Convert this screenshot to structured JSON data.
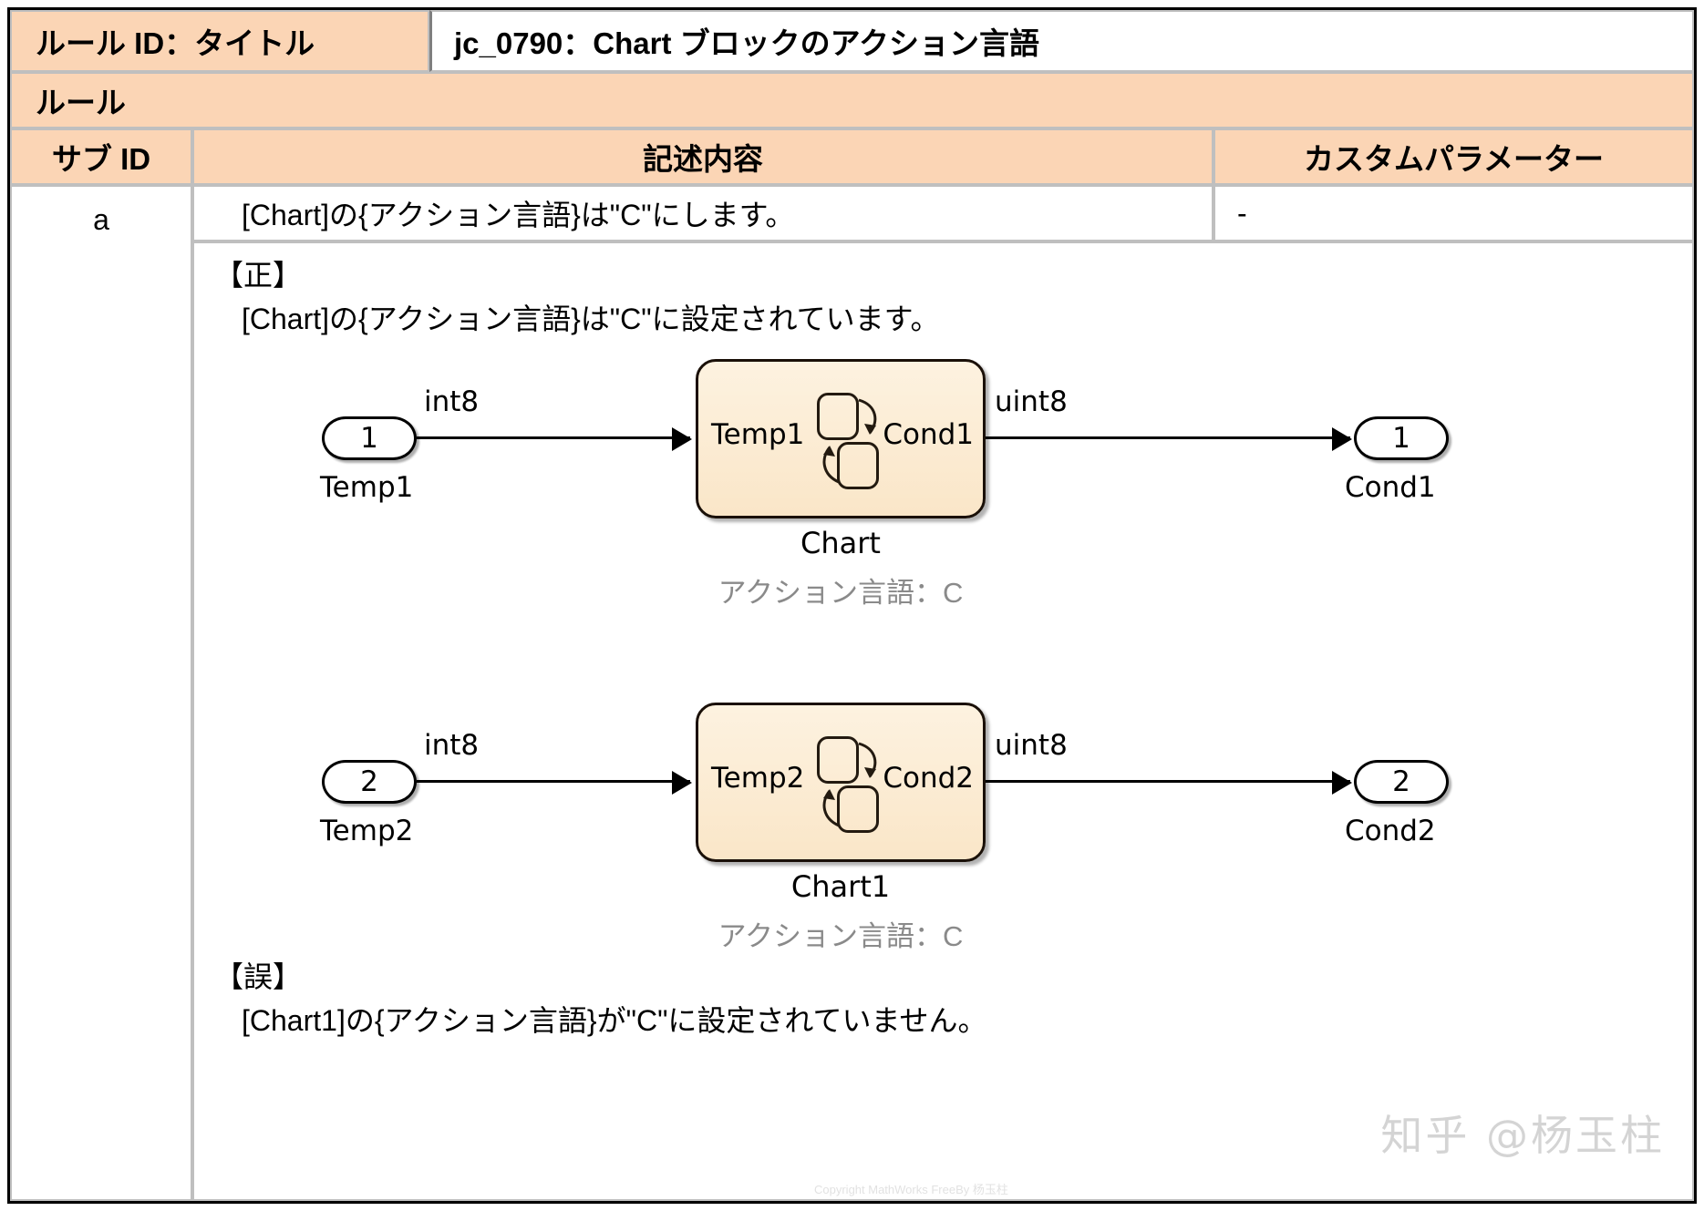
{
  "header": {
    "rule_id_label": "ルール ID：タイトル",
    "rule_id_title": "jc_0790：Chart ブロックのアクション言語",
    "rule_section_label": "ルール"
  },
  "columns": {
    "sub_id": "サブ ID",
    "description": "記述内容",
    "custom_parameter": "カスタムパラメーター"
  },
  "row": {
    "sub_id": "a",
    "description": "[Chart]の{アクション言語}は\"C\"にします。",
    "custom_parameter": "-"
  },
  "detail": {
    "correct_heading": "【正】",
    "correct_text": "[Chart]の{アクション言語}は\"C\"に設定されています。",
    "wrong_heading": "【誤】",
    "wrong_text": "[Chart1]の{アクション言語}が\"C\"に設定されていません。"
  },
  "diagram_1": {
    "inport_number": "1",
    "inport_caption": "Temp1",
    "input_signal_type": "int8",
    "chart_in_label": "Temp1",
    "chart_out_label": "Cond1",
    "output_signal_type": "uint8",
    "outport_number": "1",
    "outport_caption": "Cond1",
    "block_name": "Chart",
    "block_subtitle": "アクション言語：C"
  },
  "diagram_2": {
    "inport_number": "2",
    "inport_caption": "Temp2",
    "input_signal_type": "int8",
    "chart_in_label": "Temp2",
    "chart_out_label": "Cond2",
    "output_signal_type": "uint8",
    "outport_number": "2",
    "outport_caption": "Cond2",
    "block_name": "Chart1",
    "block_subtitle": "アクション言語：C"
  },
  "watermark": {
    "text": "知乎 @杨玉柱",
    "copyright": "Copyright MathWorks FreeBy 杨玉柱"
  },
  "colors": {
    "header_fill": "#fbd5b5",
    "chart_fill": "#fae6c8",
    "border": "#bfbfbf",
    "subtitle_gray": "#8a8a8a"
  }
}
